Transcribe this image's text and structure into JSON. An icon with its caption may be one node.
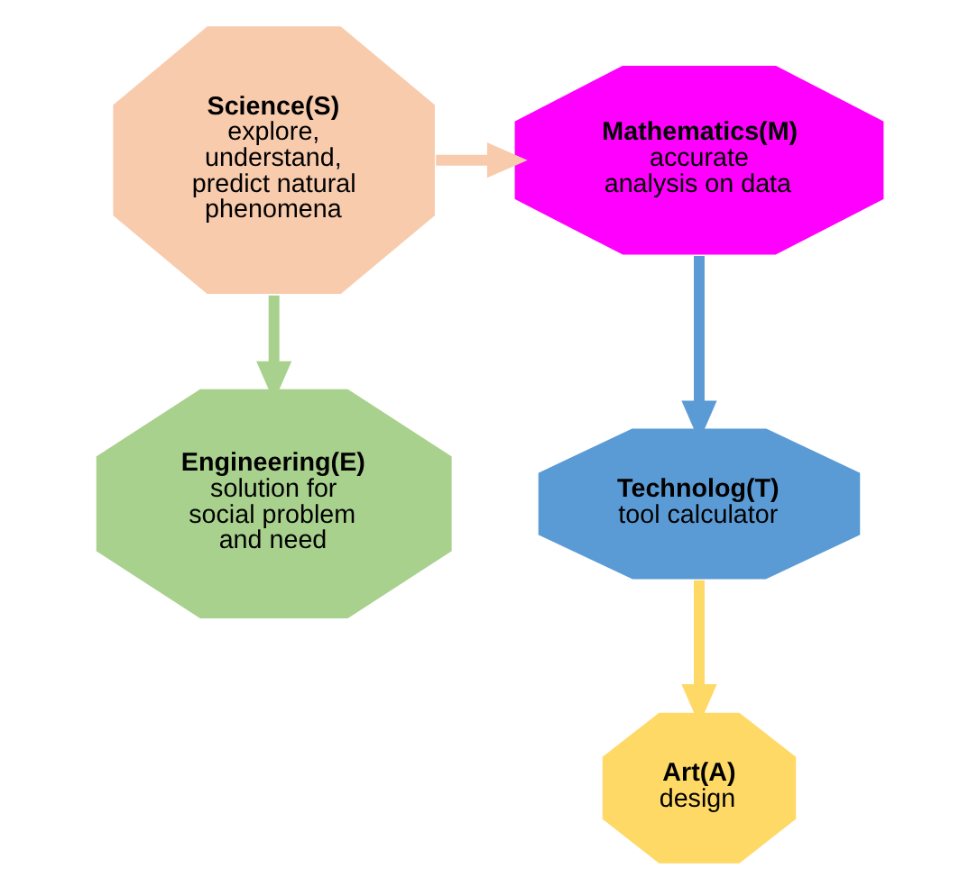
{
  "diagram": {
    "nodes": [
      {
        "text": [
          "Science(S)",
          "explore, understand, predict natural phenomena"
        ]
      },
      {
        "text": [
          "Mathematics(M)",
          "accurate analysis on data"
        ]
      },
      {
        "text": [
          "Engineering(E)",
          "solution for social problem and need"
        ]
      },
      {
        "text": [
          "Technolog(T)",
          "tool calculator"
        ]
      },
      {
        "text": [
          "Art(A)",
          "design"
        ]
      }
    ],
    "edges": [
      {
        "from": 0,
        "to": 1,
        "arrow": "to",
        "color": "#f8cbad"
      },
      {
        "from": 1,
        "to": 3,
        "arrow": "to",
        "color": "#5b9bd5"
      },
      {
        "from": 3,
        "to": 4,
        "arrow": "to",
        "color": "#ffd966"
      },
      {
        "from": 0,
        "to": 2,
        "arrow": "to",
        "color": "#a9d18e"
      }
    ]
  }
}
